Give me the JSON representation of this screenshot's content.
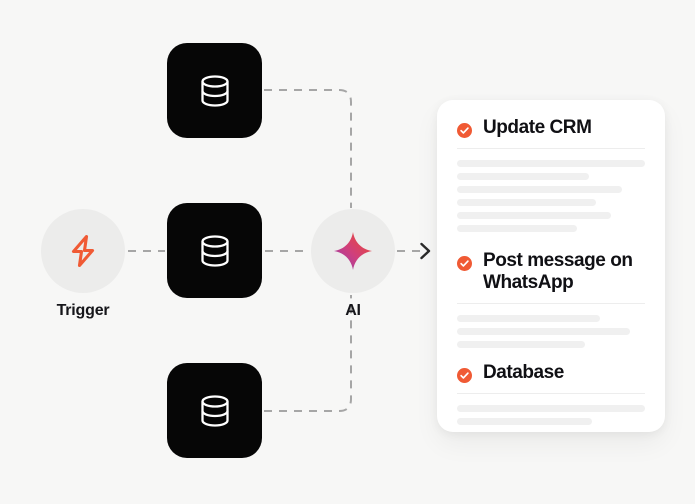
{
  "canvas": {
    "background": "#f7f7f6"
  },
  "flow": {
    "nodes": [
      {
        "id": "trigger",
        "label": "Trigger",
        "icon": "lightning-bolt-icon",
        "icon_color": "#f05a34",
        "shape": "circle",
        "background": "#ececeb"
      },
      {
        "id": "ai",
        "label": "AI",
        "icon": "sparkle-icon",
        "icon_gradient_from": "#8b3fb5",
        "icon_gradient_to": "#f04a2a",
        "shape": "circle",
        "background": "#ececeb"
      }
    ],
    "sources": [
      {
        "id": "database-1",
        "icon": "database-icon",
        "background": "#060606"
      },
      {
        "id": "database-2",
        "icon": "database-icon",
        "background": "#060606"
      },
      {
        "id": "database-3",
        "icon": "database-icon",
        "background": "#060606"
      }
    ],
    "connector": {
      "style": "dashed",
      "color": "#a6a6a6",
      "arrow_color": "#2b2b2b",
      "arrow_icon": "chevron-right-arrow-icon"
    }
  },
  "card": {
    "items": [
      {
        "title": "Update CRM",
        "status_icon": "check-circle-icon",
        "status_color": "#f05a34",
        "skeleton_widths": [
          "100%",
          "70%",
          "88%",
          "74%",
          "82%",
          "64%"
        ]
      },
      {
        "title": "Post message on WhatsApp",
        "status_icon": "check-circle-icon",
        "status_color": "#f05a34",
        "skeleton_widths": [
          "76%",
          "92%",
          "68%"
        ]
      },
      {
        "title": "Database",
        "status_icon": "check-circle-icon",
        "status_color": "#f05a34",
        "skeleton_widths": [
          "100%",
          "72%"
        ]
      }
    ]
  }
}
